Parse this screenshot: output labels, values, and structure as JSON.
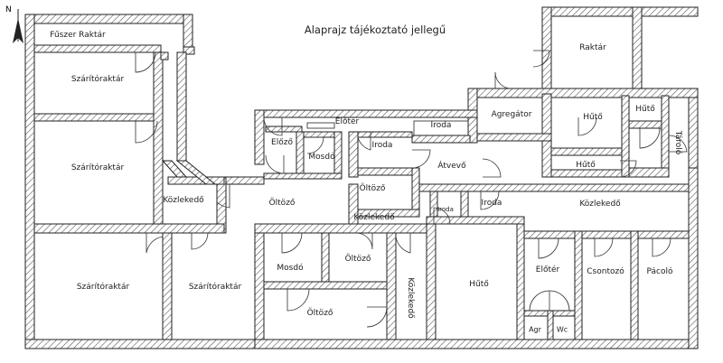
{
  "title": "Alaprajz tájékoztató jellegű",
  "north_label": "N",
  "rooms": [
    {
      "id": "fuszer",
      "label": "Fűszer Raktár"
    },
    {
      "id": "szarito1",
      "label": "Szárítóraktár"
    },
    {
      "id": "szarito2",
      "label": "Szárítóraktár"
    },
    {
      "id": "kozl1",
      "label": "Közlekedő"
    },
    {
      "id": "oltozo1",
      "label": "Öltöző"
    },
    {
      "id": "szarito3",
      "label": "Szárítóraktár"
    },
    {
      "id": "szarito4",
      "label": "Szárítóraktár"
    },
    {
      "id": "eloter1",
      "label": "Előtér"
    },
    {
      "id": "elozo",
      "label": "Előző"
    },
    {
      "id": "mosdo1",
      "label": "Mosdó"
    },
    {
      "id": "iroda1",
      "label": "Iroda"
    },
    {
      "id": "iroda2",
      "label": "Iroda"
    },
    {
      "id": "oltozo2",
      "label": "Öltöző"
    },
    {
      "id": "kozl2",
      "label": "Közlekedő"
    },
    {
      "id": "mosdo2",
      "label": "Mosdó"
    },
    {
      "id": "oltozo3",
      "label": "Öltöző"
    },
    {
      "id": "oltozo4",
      "label": "Öltöző"
    },
    {
      "id": "kozl3",
      "label": "Közlekedő"
    },
    {
      "id": "agregator",
      "label": "Agregátor"
    },
    {
      "id": "raktar",
      "label": "Raktár"
    },
    {
      "id": "huto1",
      "label": "Hűtő"
    },
    {
      "id": "huto2",
      "label": "Hűtő"
    },
    {
      "id": "huto3",
      "label": "Hűtő"
    },
    {
      "id": "tarolo",
      "label": "Tároló"
    },
    {
      "id": "atvevo",
      "label": "Átvevő"
    },
    {
      "id": "iroda3",
      "label": "Iroda"
    },
    {
      "id": "iroda4",
      "label": "Iroda"
    },
    {
      "id": "kozl4",
      "label": "Közlekedő"
    },
    {
      "id": "huto4",
      "label": "Hűtő"
    },
    {
      "id": "eloter2",
      "label": "Előtér"
    },
    {
      "id": "csontozo",
      "label": "Csontozó"
    },
    {
      "id": "pacolo",
      "label": "Pácoló"
    },
    {
      "id": "agr",
      "label": "Agr"
    },
    {
      "id": "wc",
      "label": "Wc"
    }
  ],
  "colors": {
    "wall_hatch": "#555555",
    "wall_fill": "#ffffff",
    "line": "#222222"
  }
}
